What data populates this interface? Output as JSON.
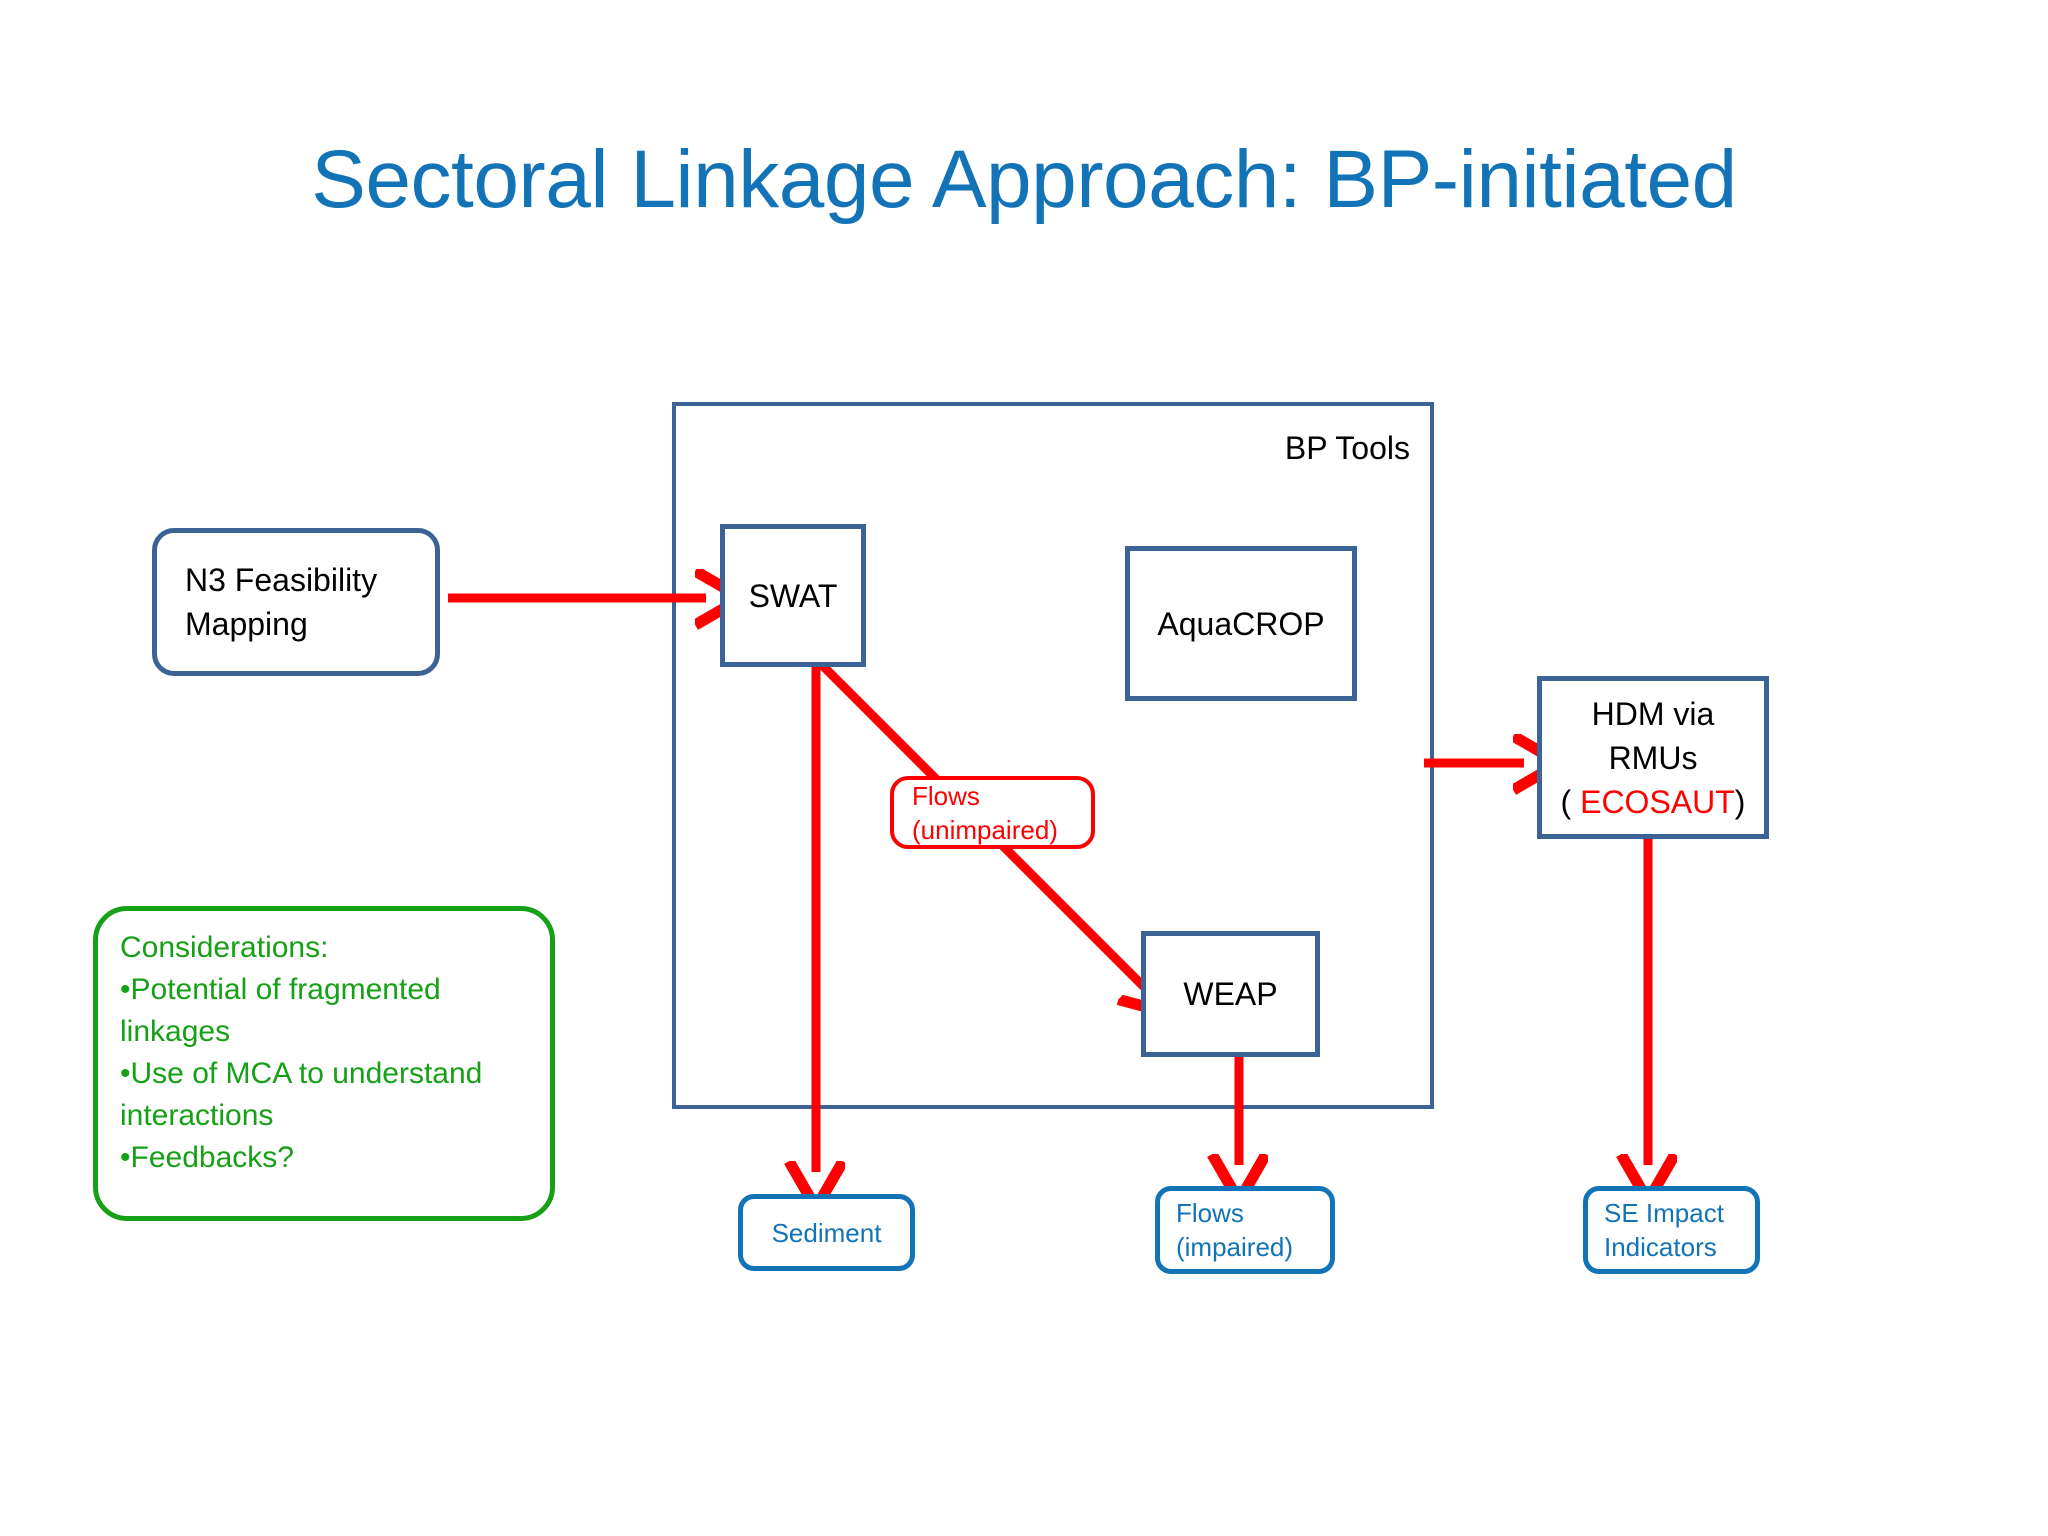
{
  "slide": {
    "title": "Sectoral Linkage Approach: BP-initiated",
    "title_color": "#1273B7",
    "background": "#ffffff"
  },
  "colors": {
    "title_blue": "#1273B7",
    "steel_blue": "#3C6395",
    "bright_blue": "#1273B7",
    "arrow_red": "#FF0000",
    "green": "#16A016",
    "black": "#000000"
  },
  "container": {
    "label": "BP Tools",
    "border_color": "#3C6395"
  },
  "nodes": {
    "n3_feasibility": {
      "label": "N3 Feasibility\nMapping",
      "line1": "N3 Feasibility",
      "line2": "Mapping",
      "shape": "rounded-rect",
      "border_color": "#3C6395",
      "text_color": "#000000"
    },
    "swat": {
      "label": "SWAT",
      "shape": "rect",
      "border_color": "#3C6395",
      "text_color": "#000000"
    },
    "aquacrop": {
      "label": "AquaCROP",
      "shape": "rect",
      "border_color": "#3C6395",
      "text_color": "#000000"
    },
    "weap": {
      "label": "WEAP",
      "shape": "rect",
      "border_color": "#3C6395",
      "text_color": "#000000"
    },
    "hdm": {
      "line1": "HDM via",
      "line2": "RMUs",
      "line3_open": "( ",
      "line3_highlight": "ECOSAUT",
      "line3_close": ")",
      "shape": "rect",
      "border_color": "#3C6395",
      "text_color": "#000000",
      "highlight_color": "#FF0000"
    },
    "flows_unimpaired": {
      "line1": "Flows",
      "line2": "(unimpaired)",
      "shape": "rounded-rect",
      "border_color": "#FF0000",
      "text_color": "#FF0000"
    },
    "considerations": {
      "heading": "Considerations:",
      "bullets": [
        "•Potential of fragmented linkages",
        "•Use of MCA to understand interactions",
        "•Feedbacks?"
      ],
      "bullet_lines": [
        "•Potential of fragmented",
        "linkages",
        "•Use of MCA to understand",
        "interactions",
        "•Feedbacks?"
      ],
      "shape": "rounded-rect",
      "border_color": "#16A016",
      "text_color": "#16A016"
    }
  },
  "outputs": [
    {
      "key": "sediment",
      "label": "Sediment",
      "line1": "Sediment",
      "line2": "",
      "border_color": "#1273B7",
      "text_color": "#1273B7"
    },
    {
      "key": "flows_impaired",
      "label": "Flows (impaired)",
      "line1": "Flows",
      "line2": "(impaired)",
      "border_color": "#1273B7",
      "text_color": "#1273B7"
    },
    {
      "key": "se_impact_indicators",
      "label": "SE Impact Indicators",
      "line1": "SE Impact",
      "line2": "Indicators",
      "border_color": "#1273B7",
      "text_color": "#1273B7"
    }
  ],
  "connections": [
    {
      "from": "n3_feasibility",
      "to": "swat",
      "color": "#FF0000",
      "style": "straight-right"
    },
    {
      "from": "swat",
      "to": "sediment",
      "color": "#FF0000",
      "style": "straight-down"
    },
    {
      "from": "swat",
      "to": "weap",
      "color": "#FF0000",
      "style": "diagonal",
      "label": "Flows (unimpaired)"
    },
    {
      "from": "weap",
      "to": "flows_impaired",
      "color": "#FF0000",
      "style": "straight-down"
    },
    {
      "from": "bp_tools",
      "to": "hdm",
      "color": "#FF0000",
      "style": "straight-right"
    },
    {
      "from": "hdm",
      "to": "se_impact_indicators",
      "color": "#FF0000",
      "style": "straight-down"
    }
  ]
}
